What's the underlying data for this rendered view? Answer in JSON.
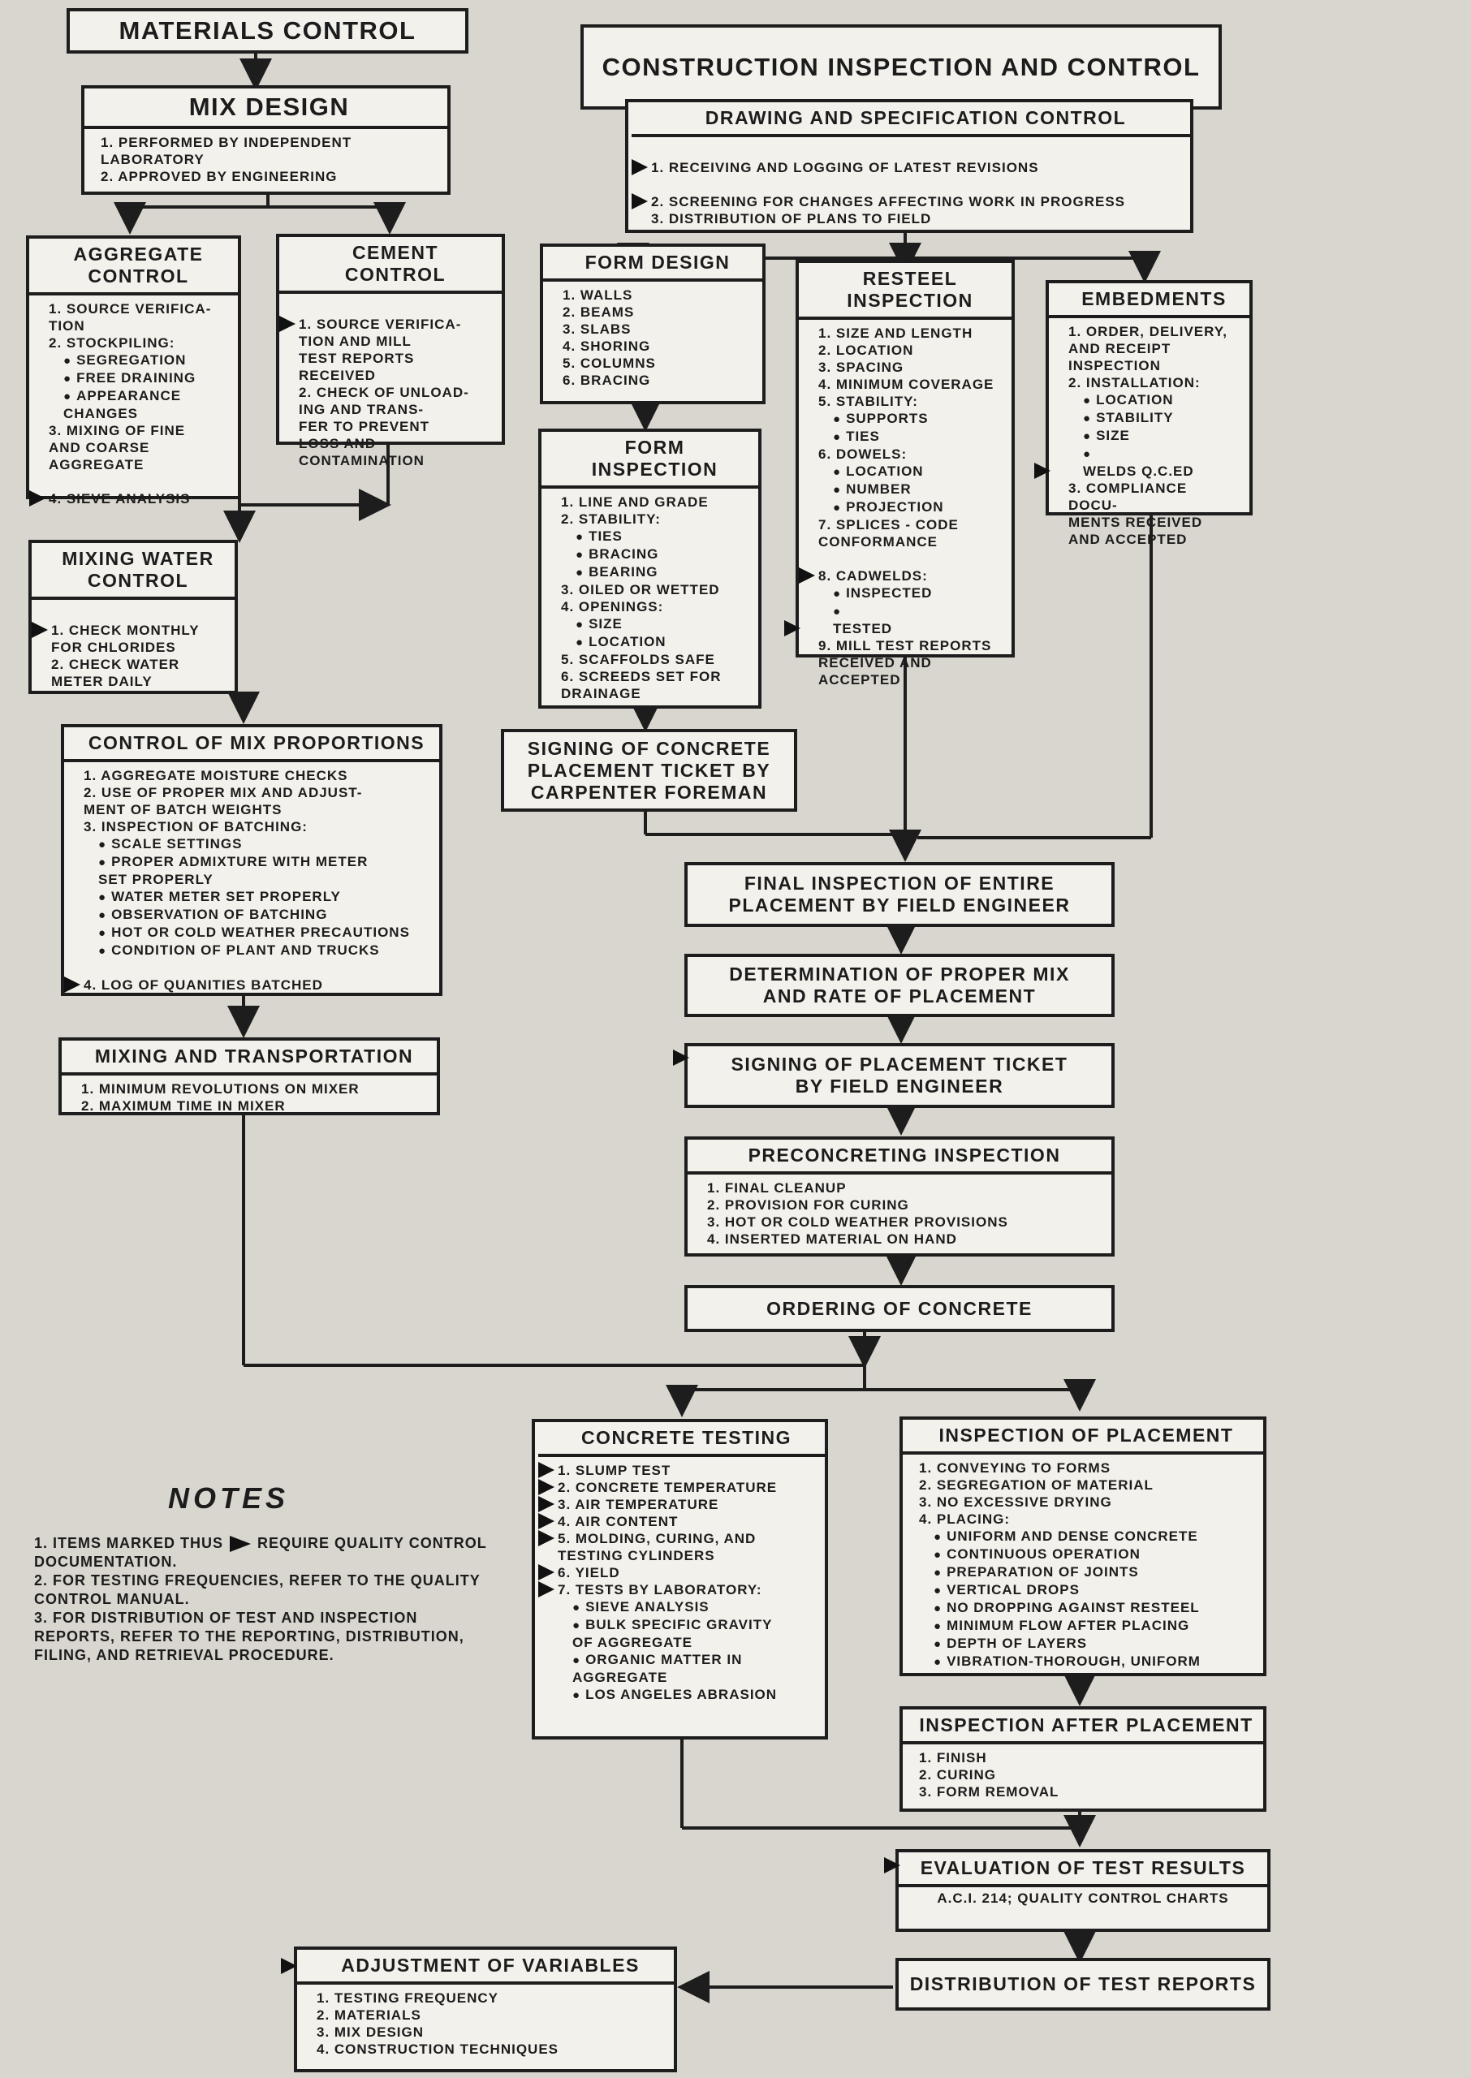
{
  "materials": {
    "title": "MATERIALS CONTROL",
    "mix_design": {
      "title": "MIX DESIGN",
      "items": [
        "1. PERFORMED BY INDEPENDENT LABORATORY",
        "2. APPROVED BY ENGINEERING"
      ]
    },
    "aggregate": {
      "title": "AGGREGATE CONTROL",
      "items": [
        "1. SOURCE VERIFICA-\nTION",
        "2. STOCKPILING:",
        "SEGREGATION",
        "FREE DRAINING",
        "APPEARANCE\nCHANGES",
        "3. MIXING OF FINE\nAND COARSE\nAGGREGATE",
        "4. SIEVE ANALYSIS"
      ]
    },
    "cement": {
      "title": "CEMENT CONTROL",
      "items": [
        "1. SOURCE VERIFICA-\nTION AND MILL\nTEST REPORTS\nRECEIVED",
        "2. CHECK OF UNLOAD-\nING AND TRANS-\nFER TO PREVENT\nLOSS AND\nCONTAMINATION"
      ]
    },
    "water": {
      "title": "MIXING WATER\nCONTROL",
      "items": [
        "1. CHECK MONTHLY\nFOR CHLORIDES",
        "2. CHECK WATER\nMETER DAILY"
      ]
    },
    "proportions": {
      "title": "CONTROL OF MIX PROPORTIONS",
      "items": [
        "1. AGGREGATE MOISTURE CHECKS",
        "2. USE OF PROPER MIX AND ADJUST-\nMENT OF BATCH WEIGHTS",
        "3. INSPECTION OF BATCHING:",
        "SCALE SETTINGS",
        "PROPER ADMIXTURE WITH METER\nSET PROPERLY",
        "WATER METER SET PROPERLY",
        "OBSERVATION OF BATCHING",
        "HOT OR COLD WEATHER PRECAUTIONS",
        "CONDITION OF PLANT AND TRUCKS",
        "4. LOG OF QUANITIES BATCHED"
      ]
    },
    "transport": {
      "title": "MIXING AND TRANSPORTATION",
      "items": [
        "1. MINIMUM REVOLUTIONS ON MIXER",
        "2. MAXIMUM TIME IN MIXER"
      ]
    }
  },
  "construction": {
    "title": "CONSTRUCTION INSPECTION AND CONTROL",
    "drawing": {
      "title": "DRAWING AND SPECIFICATION CONTROL",
      "items": [
        "1. RECEIVING AND LOGGING OF LATEST REVISIONS",
        "2. SCREENING FOR CHANGES AFFECTING WORK IN PROGRESS",
        "3. DISTRIBUTION OF PLANS TO FIELD"
      ]
    },
    "form_design": {
      "title": "FORM DESIGN",
      "items": [
        "1. WALLS",
        "2. BEAMS",
        "3. SLABS",
        "4. SHORING",
        "5. COLUMNS",
        "6. BRACING"
      ]
    },
    "resteel": {
      "title": "RESTEEL INSPECTION",
      "items": [
        "1. SIZE AND LENGTH",
        "2. LOCATION",
        "3. SPACING",
        "4. MINIMUM COVERAGE",
        "5. STABILITY:",
        "SUPPORTS",
        "TIES",
        "6. DOWELS:",
        "LOCATION",
        "NUMBER",
        "PROJECTION",
        "7. SPLICES - CODE\nCONFORMANCE",
        "8. CADWELDS:",
        "INSPECTED",
        "TESTED",
        "9. MILL TEST REPORTS\nRECEIVED AND\nACCEPTED"
      ]
    },
    "embedments": {
      "title": "EMBEDMENTS",
      "items": [
        "1. ORDER, DELIVERY,\nAND RECEIPT\nINSPECTION",
        "2. INSTALLATION:",
        "LOCATION",
        "STABILITY",
        "SIZE",
        "WELDS Q.C.ED",
        "3. COMPLIANCE DOCU-\nMENTS RECEIVED\nAND ACCEPTED"
      ]
    },
    "form_inspection": {
      "title": "FORM INSPECTION",
      "items": [
        "1. LINE AND GRADE",
        "2. STABILITY:",
        "TIES",
        "BRACING",
        "BEARING",
        "3. OILED OR WETTED",
        "4. OPENINGS:",
        "SIZE",
        "LOCATION",
        "5. SCAFFOLDS SAFE",
        "6. SCREEDS SET FOR\nDRAINAGE"
      ]
    },
    "signing_carpenter": "SIGNING OF CONCRETE\nPLACEMENT TICKET BY\nCARPENTER FOREMAN",
    "final_inspection": "FINAL INSPECTION OF ENTIRE\nPLACEMENT BY FIELD ENGINEER",
    "determination": "DETERMINATION OF PROPER MIX\nAND RATE OF PLACEMENT",
    "signing_engineer": "SIGNING OF PLACEMENT TICKET\nBY FIELD ENGINEER",
    "preconcreting": {
      "title": "PRECONCRETING INSPECTION",
      "items": [
        "1. FINAL CLEANUP",
        "2. PROVISION FOR CURING",
        "3. HOT OR COLD WEATHER PROVISIONS",
        "4. INSERTED MATERIAL ON HAND"
      ]
    },
    "ordering": "ORDERING OF CONCRETE"
  },
  "testing": {
    "title": "CONCRETE TESTING",
    "items": [
      "1. SLUMP TEST",
      "2. CONCRETE TEMPERATURE",
      "3. AIR TEMPERATURE",
      "4. AIR CONTENT",
      "5. MOLDING, CURING, AND\nTESTING CYLINDERS",
      "6. YIELD",
      "7. TESTS BY LABORATORY:",
      "SIEVE ANALYSIS",
      "BULK SPECIFIC GRAVITY\nOF AGGREGATE",
      "ORGANIC MATTER IN\nAGGREGATE",
      "LOS ANGELES ABRASION"
    ]
  },
  "placement": {
    "title": "INSPECTION OF PLACEMENT",
    "items": [
      "1. CONVEYING TO FORMS",
      "2. SEGREGATION OF MATERIAL",
      "3. NO EXCESSIVE DRYING",
      "4. PLACING:",
      "UNIFORM AND DENSE CONCRETE",
      "CONTINUOUS OPERATION",
      "PREPARATION OF JOINTS",
      "VERTICAL DROPS",
      "NO DROPPING AGAINST RESTEEL",
      "MINIMUM FLOW AFTER PLACING",
      "DEPTH OF LAYERS",
      "VIBRATION-THOROUGH, UNIFORM"
    ]
  },
  "after_placement": {
    "title": "INSPECTION AFTER PLACEMENT",
    "items": [
      "1. FINISH",
      "2. CURING",
      "3. FORM REMOVAL"
    ]
  },
  "evaluation": {
    "title": "EVALUATION OF TEST RESULTS",
    "caption": "A.C.I. 214; QUALITY CONTROL CHARTS"
  },
  "distribution": "DISTRIBUTION OF TEST REPORTS",
  "adjustment": {
    "title": "ADJUSTMENT OF VARIABLES",
    "items": [
      "1. TESTING FREQUENCY",
      "2. MATERIALS",
      "3. MIX DESIGN",
      "4. CONSTRUCTION TECHNIQUES"
    ]
  },
  "notes": {
    "title": "NOTES",
    "item1_a": "1. ITEMS MARKED THUS",
    "item1_b": "REQUIRE QUALITY CONTROL DOCUMENTATION.",
    "item2": "2. FOR TESTING FREQUENCIES, REFER TO THE QUALITY CONTROL MANUAL.",
    "item3": "3. FOR DISTRIBUTION OF TEST AND INSPECTION REPORTS, REFER TO THE REPORTING, DISTRIBUTION, FILING, AND RETRIEVAL PROCEDURE."
  }
}
